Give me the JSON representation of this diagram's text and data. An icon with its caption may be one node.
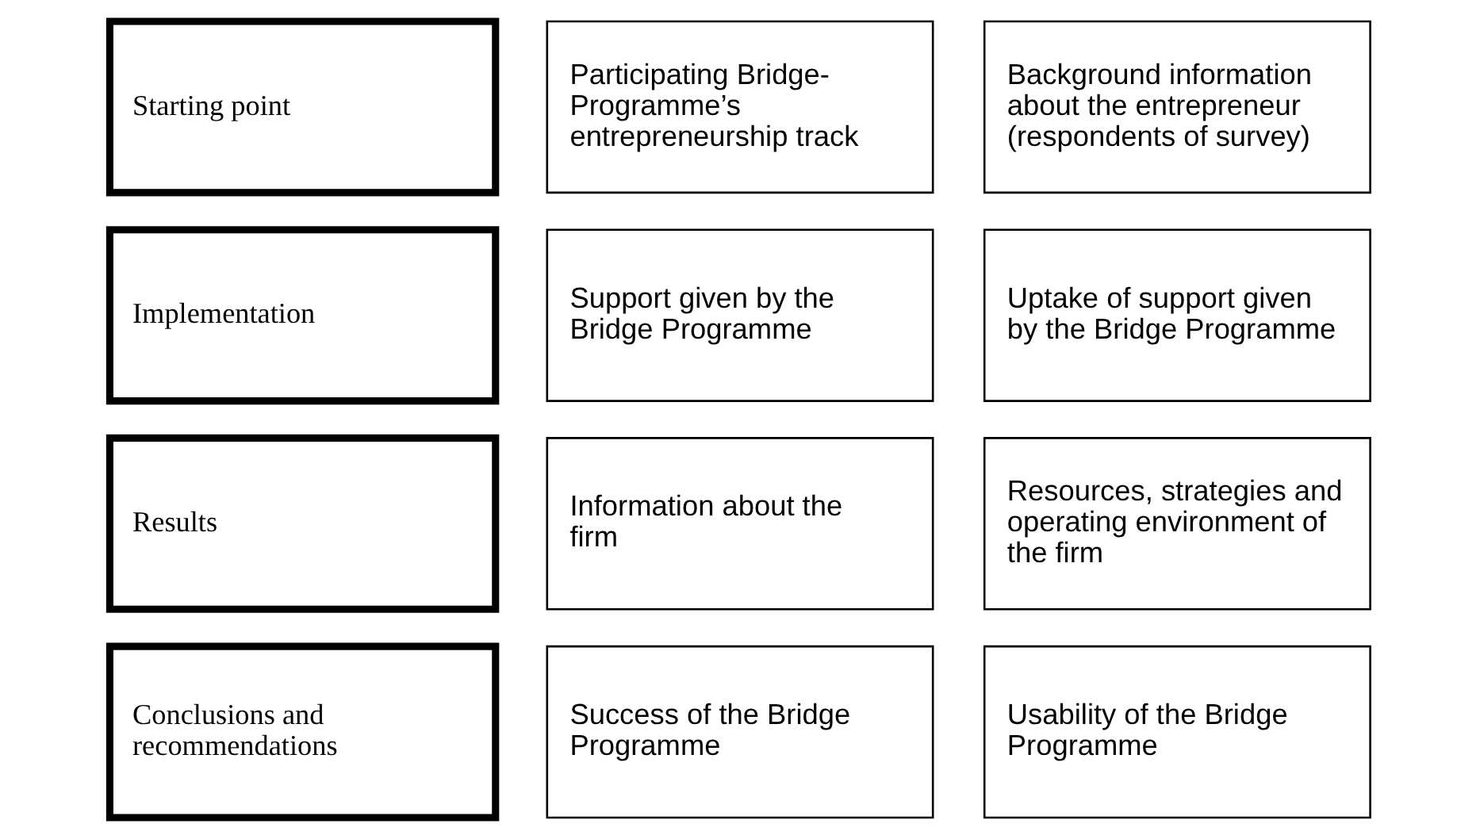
{
  "diagram": {
    "nodes": [
      {
        "text": [
          "Starting point"
        ]
      },
      {
        "text": [
          "Participating Bridge-Programme’s entrepreneurship track"
        ]
      },
      {
        "text": [
          "Background information about the entrepreneur (respondents of survey)"
        ]
      },
      {
        "text": [
          "Implementation"
        ]
      },
      {
        "text": [
          "Support given by the Bridge Programme"
        ]
      },
      {
        "text": [
          "Uptake of support given by the Bridge Programme"
        ]
      },
      {
        "text": [
          "Results"
        ]
      },
      {
        "text": [
          "Information about the firm"
        ]
      },
      {
        "text": [
          "Resources, strategies and operating environment of the firm"
        ]
      },
      {
        "text": [
          "Conclusions and recommendations"
        ]
      },
      {
        "text": [
          "Success of the Bridge Programme"
        ]
      },
      {
        "text": [
          "Usability of the Bridge Programme"
        ]
      }
    ]
  }
}
